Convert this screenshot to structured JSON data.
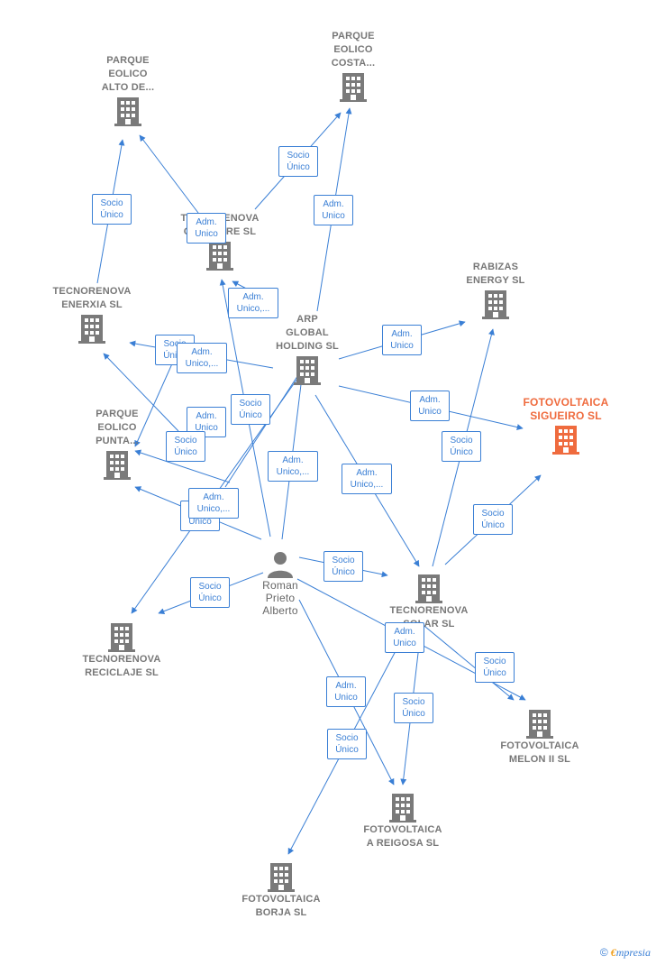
{
  "colors": {
    "edge": "#3a7fd5",
    "building": "#7a7a7a",
    "focus": "#ef6b3e",
    "label": "#777777"
  },
  "nodes": [
    {
      "id": "pe_alto",
      "label": "PARQUE\nEOLICO\nALTO DE...",
      "kind": "company"
    },
    {
      "id": "pe_costa",
      "label": "PARQUE\nEOLICO\nCOSTA...",
      "kind": "company"
    },
    {
      "id": "tec_mid",
      "label": "TECNORENOVA\nOFFSHORE  SL",
      "kind": "company"
    },
    {
      "id": "tec_enerxia",
      "label": "TECNORENOVA\nENERXIA  SL",
      "kind": "company"
    },
    {
      "id": "arp",
      "label": "ARP\nGLOBAL\nHOLDING  SL",
      "kind": "company"
    },
    {
      "id": "rabizas",
      "label": "RABIZAS\nENERGY  SL",
      "kind": "company"
    },
    {
      "id": "sigueiro",
      "label": "FOTOVOLTAICA\nSIGUEIRO  SL",
      "kind": "focus"
    },
    {
      "id": "pe_punta",
      "label": "PARQUE\nEOLICO\nPUNTA...",
      "kind": "company"
    },
    {
      "id": "roman",
      "label": "Roman\nPrieto\nAlberto",
      "kind": "person"
    },
    {
      "id": "tec_solar",
      "label": "TECNORENOVA\nSOLAR  SL",
      "kind": "company"
    },
    {
      "id": "tec_recic",
      "label": "TECNORENOVA\nRECICLAJE  SL",
      "kind": "company"
    },
    {
      "id": "melon",
      "label": "FOTOVOLTAICA\nMELON II  SL",
      "kind": "company"
    },
    {
      "id": "reigosa",
      "label": "FOTOVOLTAICA\nA REIGOSA  SL",
      "kind": "company"
    },
    {
      "id": "borja",
      "label": "FOTOVOLTAICA\nBORJA  SL",
      "kind": "company"
    }
  ],
  "edge_labels": [
    {
      "text": "Socio\nÚnico"
    },
    {
      "text": "Socio\nÚnico"
    },
    {
      "text": "Adm.\nUnico"
    },
    {
      "text": "Adm.\nUnico"
    },
    {
      "text": "Adm.\nUnico,..."
    },
    {
      "text": "Socio\nÚnico"
    },
    {
      "text": "Adm.\nUnico,..."
    },
    {
      "text": "Adm.\nUnico"
    },
    {
      "text": "Adm.\nUnico"
    },
    {
      "text": "Adm.\nUnico"
    },
    {
      "text": "Socio\nÚnico"
    },
    {
      "text": "Socio\nÚnico"
    },
    {
      "text": "Socio\nÚnico"
    },
    {
      "text": "Adm.\nUnico,..."
    },
    {
      "text": "Adm.\nUnico,..."
    },
    {
      "text": "Socio\nÚnico"
    },
    {
      "text": "Adm.\nUnico,..."
    },
    {
      "text": "Socio\nÚnico"
    },
    {
      "text": "Socio\nÚnico"
    },
    {
      "text": "Socio\nÚnico"
    },
    {
      "text": "Adm.\nUnico"
    },
    {
      "text": "Socio\nÚnico"
    },
    {
      "text": "Adm.\nUnico"
    },
    {
      "text": "Socio\nÚnico"
    },
    {
      "text": "Socio\nÚnico"
    }
  ],
  "brand": {
    "copyright": "©",
    "initial": "€",
    "name": "mpresia"
  }
}
